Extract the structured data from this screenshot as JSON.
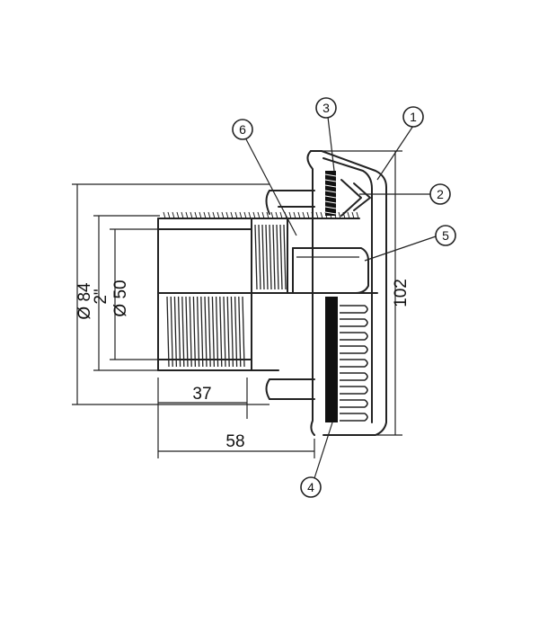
{
  "dimensions": {
    "outer_diameter": "Ø 84",
    "thread": "2\"",
    "inner_diameter": "Ø 50",
    "thread_length": "37",
    "total_length": "58",
    "height": "102"
  },
  "callouts": [
    "1",
    "2",
    "3",
    "4",
    "5",
    "6"
  ]
}
